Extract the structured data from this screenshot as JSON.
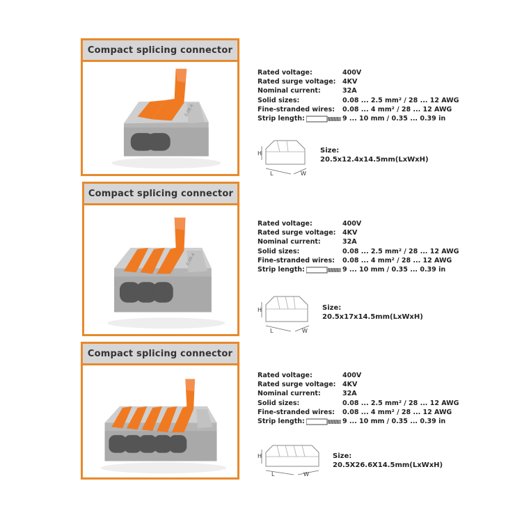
{
  "cards": [
    {
      "title": "Compact splicing connector",
      "levers": 2
    },
    {
      "title": "Compact splicing connector",
      "levers": 3
    },
    {
      "title": "Compact splicing connector",
      "levers": 5
    }
  ],
  "specs": [
    {
      "rated_voltage_label": "Rated voltage:",
      "rated_voltage": "400V",
      "surge_label": "Rated surge voltage:",
      "surge": "4KV",
      "current_label": "Nominal current:",
      "current": "32A",
      "solid_label": "Solid sizes:",
      "solid": "0.08 ... 2.5 mm² / 28 ... 12 AWG",
      "fine_label": "Fine-stranded wires:",
      "fine": "0.08 ... 4 mm² / 28 ... 12 AWG",
      "strip_label": "Strip length:",
      "strip": "9 ... 10 mm / 0.35 ... 0.39 in",
      "size_label": "Size:",
      "size": "20.5x12.4x14.5mm(LxWxH)"
    },
    {
      "rated_voltage_label": "Rated voltage:",
      "rated_voltage": "400V",
      "surge_label": "Rated surge voltage:",
      "surge": "4KV",
      "current_label": "Nominal current:",
      "current": "32A",
      "solid_label": "Solid sizes:",
      "solid": "0.08 ... 2.5 mm² / 28 ... 12 AWG",
      "fine_label": "Fine-stranded wires:",
      "fine": "0.08 ... 4 mm² / 28 ... 12 AWG",
      "strip_label": "Strip length:",
      "strip": "9 ... 10 mm / 0.35 ... 0.39 in",
      "size_label": "Size:",
      "size": "20.5x17x14.5mm(LxWxH)"
    },
    {
      "rated_voltage_label": "Rated voltage:",
      "rated_voltage": "400V",
      "surge_label": "Rated surge voltage:",
      "surge": "4KV",
      "current_label": "Nominal current:",
      "current": "32A",
      "solid_label": "Solid sizes:",
      "solid": "0.08 ... 2.5 mm² / 28 ... 12 AWG",
      "fine_label": "Fine-stranded wires:",
      "fine": "0.08 ... 4 mm² / 28 ... 12 AWG",
      "strip_label": "Strip length:",
      "strip": "9 ... 10 mm / 0.35 ... 0.39 in",
      "size_label": "Size:",
      "size": "20.5X26.6X14.5mm(LxWxH)"
    }
  ],
  "dimension_letters": {
    "h": "H",
    "l": "L",
    "w": "W"
  },
  "colors": {
    "accent": "#e8892b",
    "lever": "#f07a22",
    "body": "#b9b9b9",
    "title_bg": "#d6d6d6"
  }
}
